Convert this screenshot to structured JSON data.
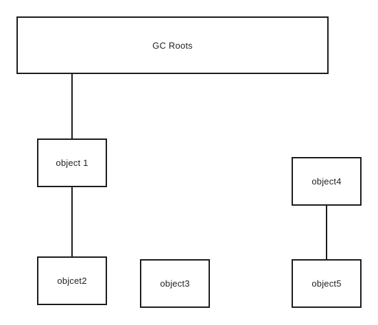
{
  "diagram": {
    "nodes": [
      {
        "id": "gc_roots",
        "label": "GC Roots"
      },
      {
        "id": "object1",
        "label": "object 1"
      },
      {
        "id": "object2",
        "label": "objcet2"
      },
      {
        "id": "object3",
        "label": "object3"
      },
      {
        "id": "object4",
        "label": "object4"
      },
      {
        "id": "object5",
        "label": "object5"
      }
    ],
    "edges": [
      {
        "from": "gc_roots",
        "to": "object1"
      },
      {
        "from": "object1",
        "to": "object2"
      },
      {
        "from": "object4",
        "to": "object5"
      }
    ],
    "colors": {
      "stroke": "#1a1a1a",
      "text": "#222222",
      "background": "#ffffff"
    }
  }
}
